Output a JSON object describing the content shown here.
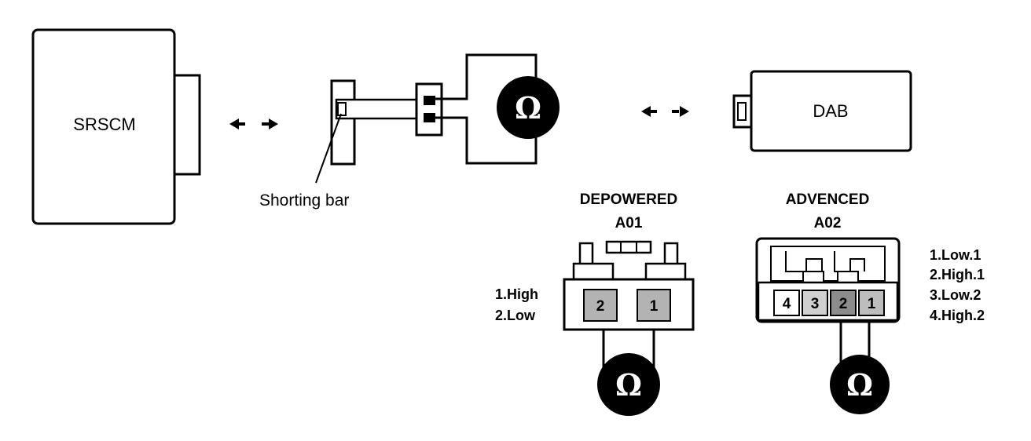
{
  "labels": {
    "srscm": "SRSCM",
    "dab": "DAB",
    "shorting_bar": "Shorting bar",
    "depowered": "DEPOWERED",
    "depowered_code": "A01",
    "advenced": "ADVENCED",
    "advenced_code": "A02"
  },
  "omega_symbol": "Ω",
  "a01_pin_legend": [
    "1.High",
    "2.Low"
  ],
  "a02_pin_legend": [
    "1.Low.1",
    "2.High.1",
    "3.Low.2",
    "4.High.2"
  ],
  "a01_pins": [
    "2",
    "1"
  ],
  "a02_pins": [
    "4",
    "3",
    "2",
    "1"
  ]
}
